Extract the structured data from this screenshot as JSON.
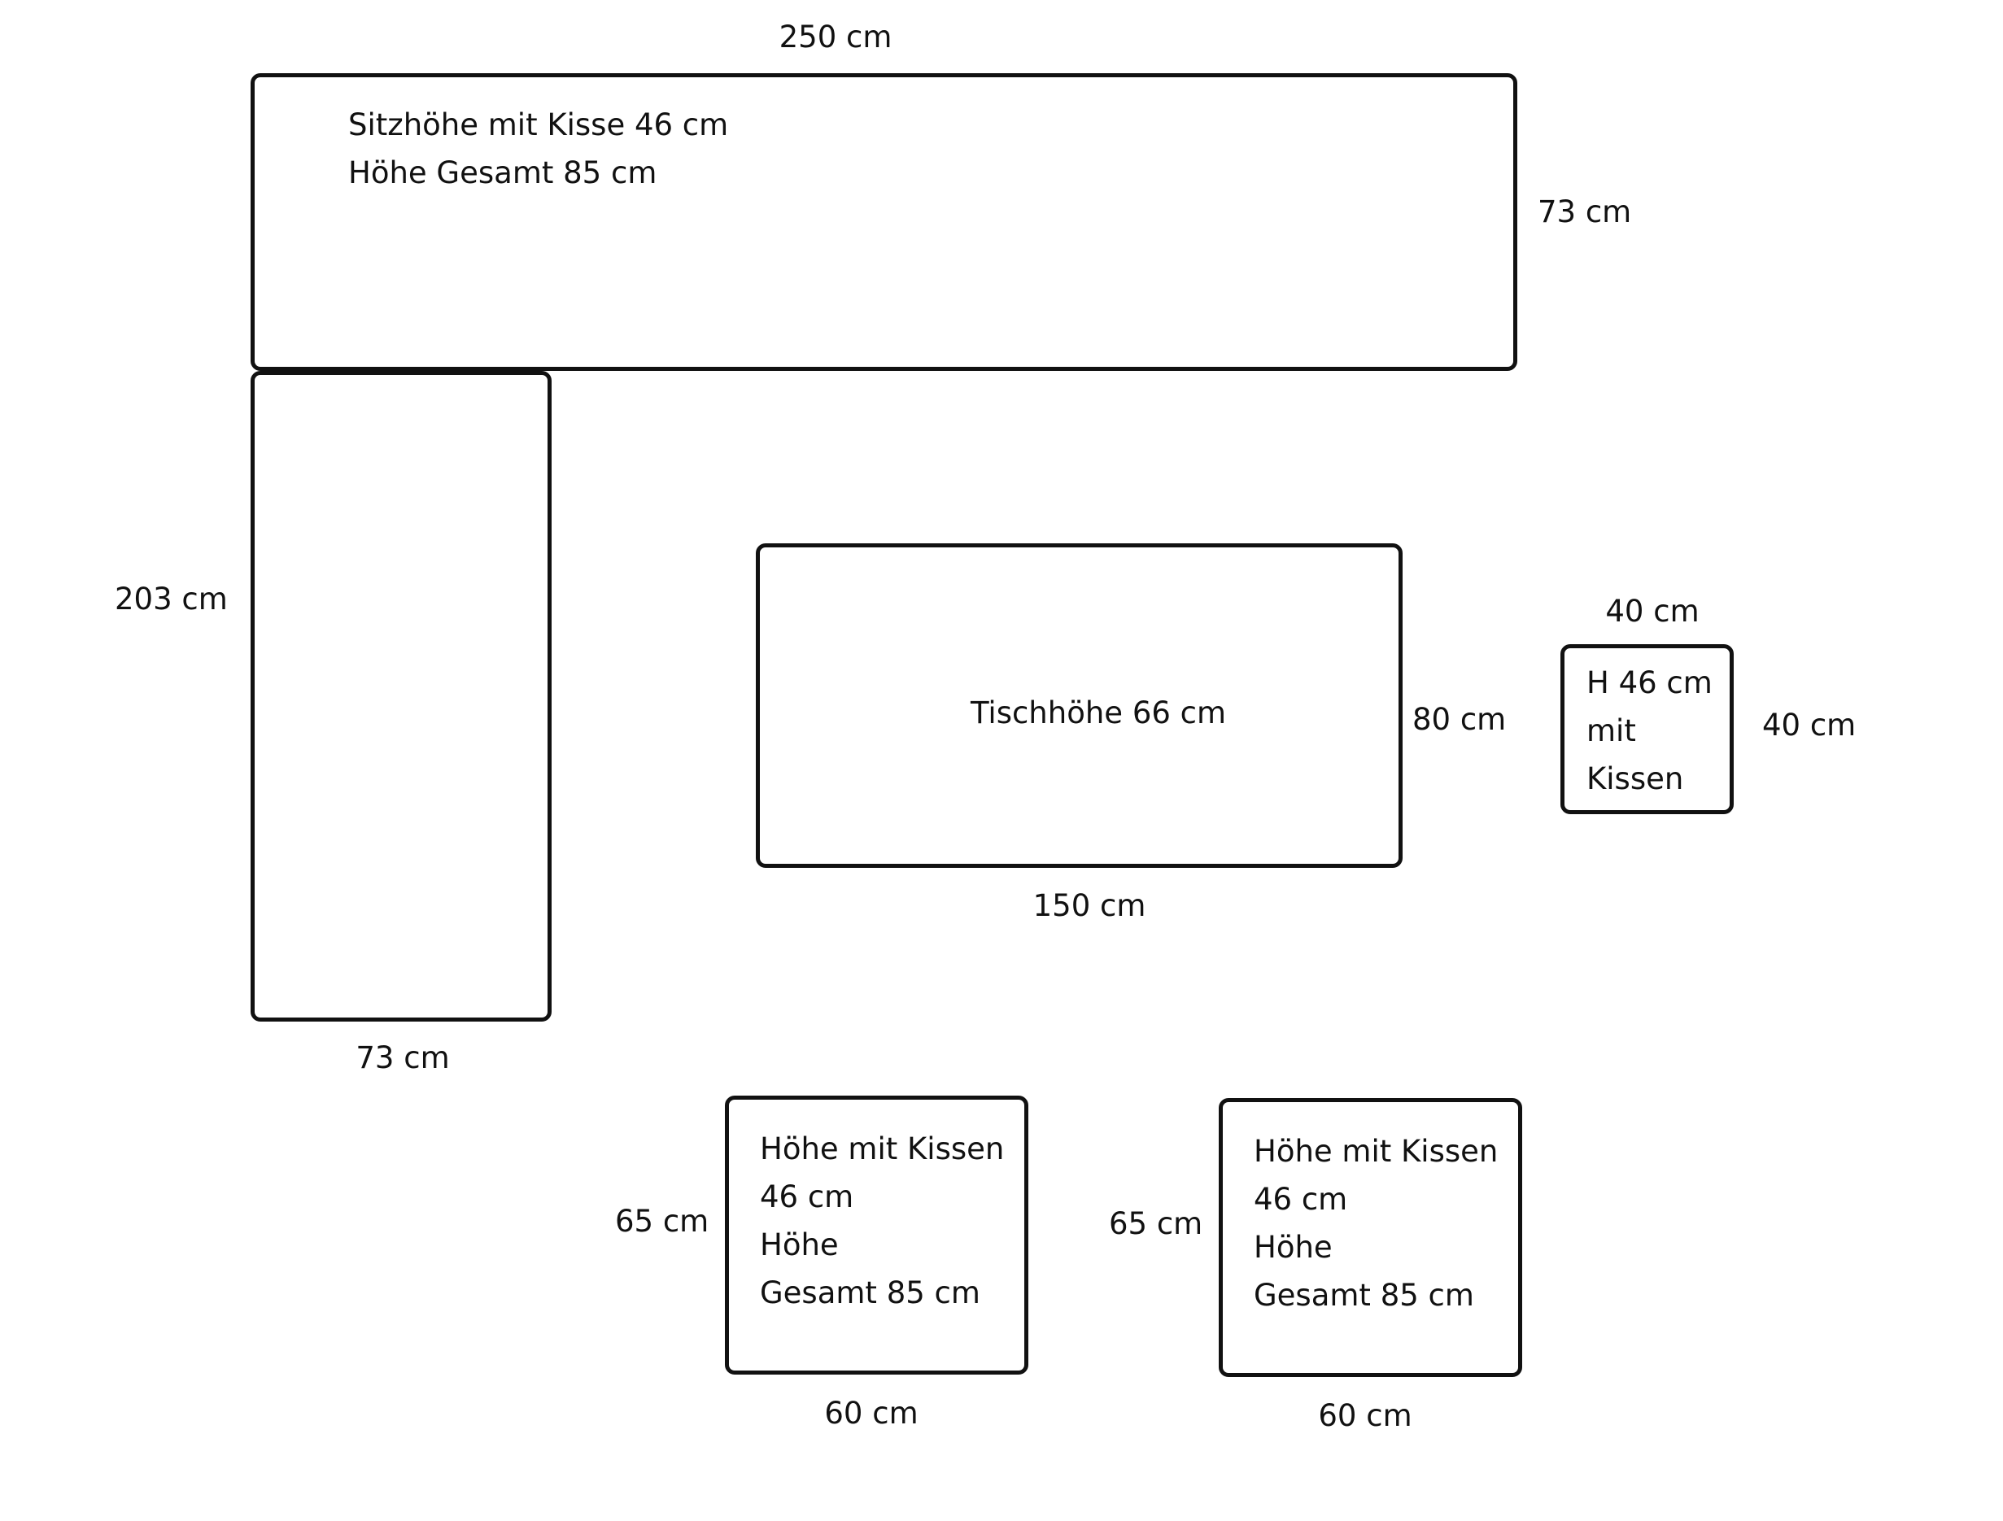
{
  "sofa_top": {
    "width_label": "250 cm",
    "depth_label": "73 cm",
    "note_lines": [
      "Sitzhöhe mit Kisse 46 cm",
      "Höhe Gesamt 85 cm"
    ]
  },
  "sofa_left": {
    "length_label": "203 cm",
    "depth_label": "73 cm"
  },
  "table": {
    "note": "Tischhöhe 66 cm",
    "depth_label": "80 cm",
    "width_label": "150 cm"
  },
  "stool": {
    "width_label": "40 cm",
    "depth_label": "40 cm",
    "note_lines": [
      "H 46 cm",
      "mit",
      "Kissen"
    ]
  },
  "chair_1": {
    "depth_label": "65 cm",
    "width_label": "60 cm",
    "note_lines": [
      "Höhe mit Kissen",
      "46 cm",
      "Höhe",
      "Gesamt 85 cm"
    ]
  },
  "chair_2": {
    "depth_label": "65 cm",
    "width_label": "60 cm",
    "note_lines": [
      "Höhe mit Kissen",
      "46 cm",
      "Höhe",
      "Gesamt 85 cm"
    ]
  }
}
